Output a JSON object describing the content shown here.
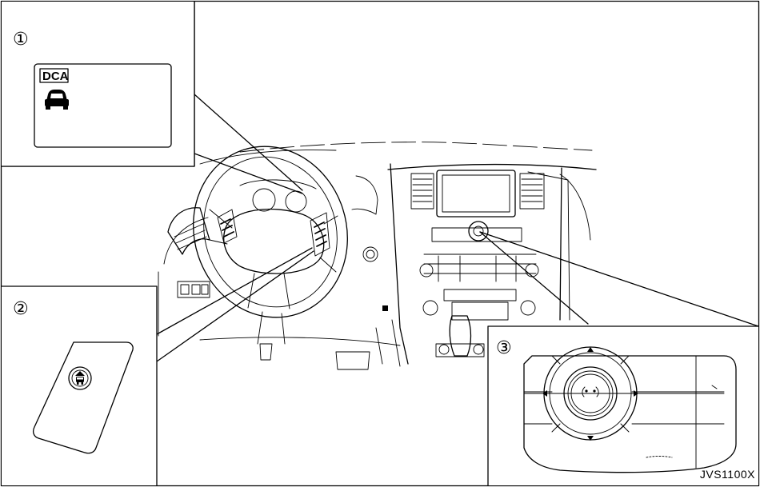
{
  "callouts": {
    "one": "①",
    "two": "②",
    "three": "③"
  },
  "meter_display": {
    "label": "DCA"
  },
  "image_code": "JVS1100X",
  "icons": {
    "car_icon": "vehicle-ahead-icon",
    "dca_switch_icon": "dca-switch-icon",
    "controller_icon": "multi-function-controller-icon"
  },
  "colors": {
    "line": "#000000",
    "background": "#ffffff"
  }
}
